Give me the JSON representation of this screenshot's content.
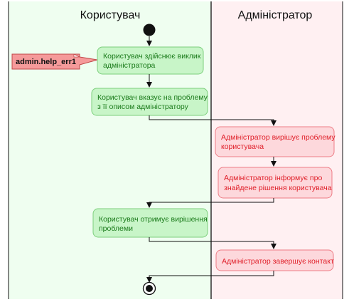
{
  "lanes": {
    "user": {
      "title": "Користувач"
    },
    "admin": {
      "title": "Адміністратор"
    }
  },
  "note": {
    "text": "admin.help_err1"
  },
  "nodes": {
    "n1": {
      "line1": "Користувач здійснює виклик",
      "line2": "адміністратора"
    },
    "n2": {
      "line1": "Користувач вказує на проблему",
      "line2": "з її описом адміністратору"
    },
    "n3": {
      "line1": "Адміністратор вирішує проблему",
      "line2": "користувача"
    },
    "n4": {
      "line1": "Адміністратор інформує про",
      "line2": "знайдене рішення користувача"
    },
    "n5": {
      "line1": "Користувач отримує вирішення",
      "line2": "проблеми"
    },
    "n6": {
      "line1": "Адміністратор завершує контакт"
    }
  },
  "colors": {
    "user_lane_bg": "#effef0",
    "admin_lane_bg": "#fff0f2",
    "user_node_fill": "#c8f5c8",
    "user_node_stroke": "#7ccf7c",
    "admin_node_fill": "#fdd8dc",
    "admin_node_stroke": "#ee7d86",
    "note_fill": "#f59a9a",
    "note_stroke": "#c04848"
  }
}
